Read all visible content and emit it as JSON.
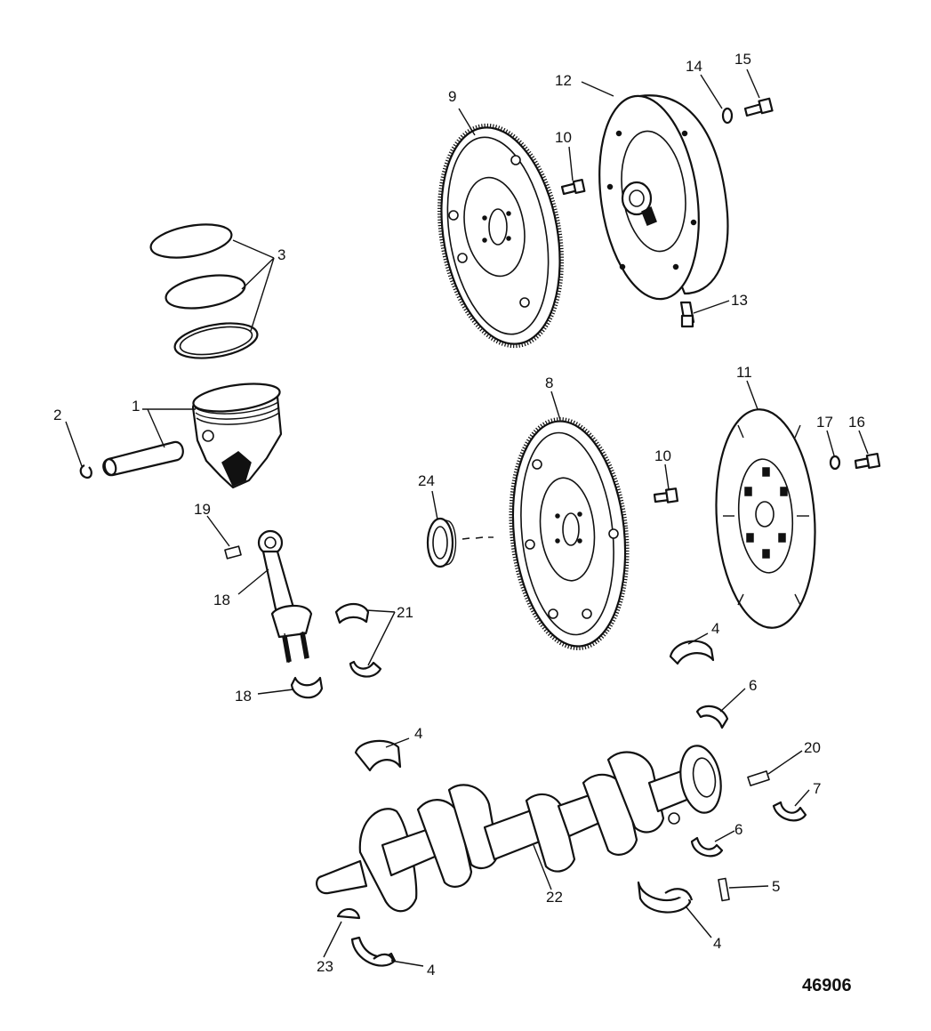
{
  "callouts": {
    "c1": "1",
    "c2": "2",
    "c3": "3",
    "c4a": "4",
    "c4b": "4",
    "c4c": "4",
    "c4d": "4",
    "c5": "5",
    "c6a": "6",
    "c6b": "6",
    "c7": "7",
    "c8": "8",
    "c9": "9",
    "c10a": "10",
    "c10b": "10",
    "c11": "11",
    "c12": "12",
    "c13": "13",
    "c14": "14",
    "c15": "15",
    "c16": "16",
    "c17": "17",
    "c18a": "18",
    "c18b": "18",
    "c19": "19",
    "c20": "20",
    "c21": "21",
    "c22": "22",
    "c23": "23",
    "c24": "24"
  },
  "figure_id": "46906",
  "colors": {
    "ink": "#111111",
    "paper": "#ffffff"
  }
}
